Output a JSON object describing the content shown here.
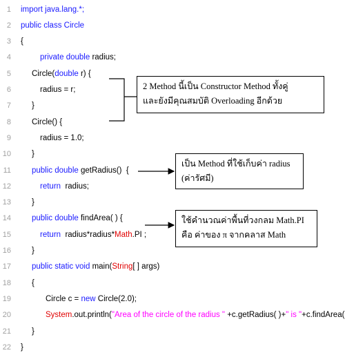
{
  "code": {
    "lines": [
      {
        "n": "1",
        "indent": 0,
        "segments": [
          {
            "t": "import java.lang.*;",
            "c": "kw"
          }
        ]
      },
      {
        "n": "2",
        "indent": 0,
        "segments": [
          {
            "t": "public class Circle",
            "c": "kw"
          }
        ]
      },
      {
        "n": "3",
        "indent": 0,
        "segments": [
          {
            "t": "{",
            "c": ""
          }
        ]
      },
      {
        "n": "4",
        "indent": 2,
        "segments": [
          {
            "t": "private double ",
            "c": "kw"
          },
          {
            "t": "radius;",
            "c": ""
          }
        ]
      },
      {
        "n": "5",
        "indent": 1,
        "segments": [
          {
            "t": "Circle(",
            "c": ""
          },
          {
            "t": "double",
            "c": "kw"
          },
          {
            "t": " r) {",
            "c": ""
          }
        ]
      },
      {
        "n": "6",
        "indent": 2,
        "segments": [
          {
            "t": "radius = r;",
            "c": ""
          }
        ]
      },
      {
        "n": "7",
        "indent": 1,
        "segments": [
          {
            "t": "}",
            "c": ""
          }
        ]
      },
      {
        "n": "8",
        "indent": 1,
        "segments": [
          {
            "t": "Circle() {",
            "c": ""
          }
        ]
      },
      {
        "n": "9",
        "indent": 2,
        "segments": [
          {
            "t": "radius = 1.0;",
            "c": ""
          }
        ]
      },
      {
        "n": "10",
        "indent": 1,
        "segments": [
          {
            "t": "}",
            "c": ""
          }
        ]
      },
      {
        "n": "11",
        "indent": 1,
        "segments": [
          {
            "t": "public double ",
            "c": "kw"
          },
          {
            "t": "getRadius()  {",
            "c": ""
          }
        ]
      },
      {
        "n": "12",
        "indent": 2,
        "segments": [
          {
            "t": "return ",
            "c": "kw"
          },
          {
            "t": " radius;",
            "c": ""
          }
        ]
      },
      {
        "n": "13",
        "indent": 1,
        "segments": [
          {
            "t": "}",
            "c": ""
          }
        ]
      },
      {
        "n": "14",
        "indent": 1,
        "segments": [
          {
            "t": "public double ",
            "c": "kw"
          },
          {
            "t": "findArea( ) {",
            "c": ""
          }
        ]
      },
      {
        "n": "15",
        "indent": 2,
        "segments": [
          {
            "t": "return ",
            "c": "kw"
          },
          {
            "t": " radius*radius*",
            "c": ""
          },
          {
            "t": "Math",
            "c": "red"
          },
          {
            "t": ".PI ;",
            "c": ""
          }
        ]
      },
      {
        "n": "16",
        "indent": 1,
        "segments": [
          {
            "t": "}",
            "c": ""
          }
        ]
      },
      {
        "n": "17",
        "indent": 1,
        "segments": [
          {
            "t": "public static void ",
            "c": "kw"
          },
          {
            "t": "main(",
            "c": ""
          },
          {
            "t": "String",
            "c": "red"
          },
          {
            "t": "[ ] args)",
            "c": ""
          }
        ]
      },
      {
        "n": "18",
        "indent": 1,
        "segments": [
          {
            "t": "{",
            "c": ""
          }
        ]
      },
      {
        "n": "19",
        "indent": 3,
        "segments": [
          {
            "t": "Circle c = ",
            "c": ""
          },
          {
            "t": "new",
            "c": "kw"
          },
          {
            "t": " Circle(2.0);",
            "c": ""
          }
        ]
      },
      {
        "n": "20",
        "indent": 3,
        "segments": [
          {
            "t": "System",
            "c": "red"
          },
          {
            "t": ".out.println(",
            "c": ""
          },
          {
            "t": "\"Area of the circle of the radius \"",
            "c": "pink"
          },
          {
            "t": " +c.getRadius( )+",
            "c": ""
          },
          {
            "t": "\" is \"",
            "c": "pink"
          },
          {
            "t": "+c.findArea( )) ;",
            "c": ""
          }
        ]
      },
      {
        "n": "21",
        "indent": 1,
        "segments": [
          {
            "t": "}",
            "c": ""
          }
        ]
      },
      {
        "n": "22",
        "indent": 0,
        "segments": [
          {
            "t": "}",
            "c": ""
          }
        ]
      }
    ]
  },
  "notes": {
    "constructor": [
      "2 Method นี้เป็น Constructor Method ทั้งคู่",
      "และยังมีคุณสมบัติ Overloading อีกด้วย"
    ],
    "getradius": [
      "เป็น Method ที่ใช้เก็บค่า radius",
      "(ค่ารัศมี)"
    ],
    "findarea": [
      "ใช้คำนวณค่าพื้นที่วงกลม Math.PI",
      "คือ ค่าของ π  จากคลาส Math"
    ]
  },
  "colors": {
    "keyword": "#1a1aff",
    "class_ref": "#e00000",
    "string": "#ff00ff",
    "line_number": "#a0a0a0"
  }
}
